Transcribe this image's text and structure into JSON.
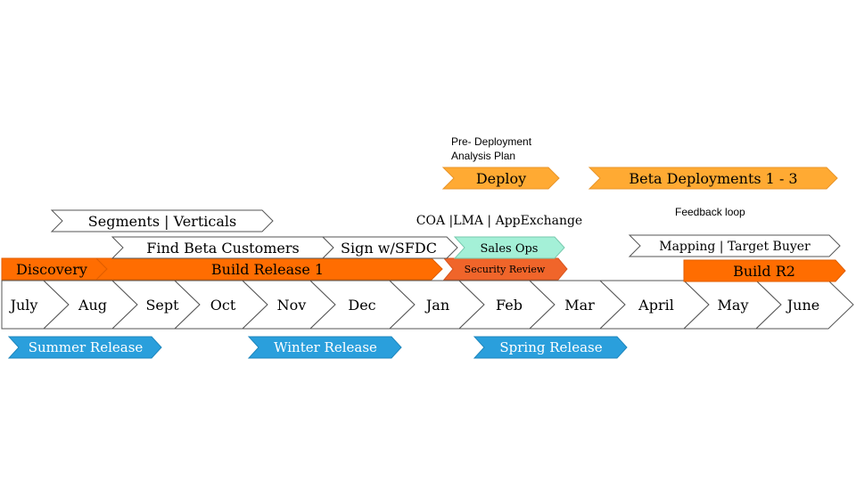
{
  "colors": {
    "orange_dark": "#ff6d01",
    "orange_light": "#ffaa33",
    "blue": "#2a9fdc",
    "mint": "#a4f0d7",
    "outline": "#555555",
    "white": "#ffffff",
    "text_dark": "#000000",
    "text_white": "#ffffff"
  },
  "months": [
    "July",
    "Aug",
    "Sept",
    "Oct",
    "Nov",
    "Dec",
    "Jan",
    "Feb",
    "Mar",
    "April",
    "May",
    "June"
  ],
  "releases": [
    "Summer Release",
    "Winter Release",
    "Spring Release"
  ],
  "phases": {
    "discovery": "Discovery",
    "build_release_1": "Build Release 1",
    "build_r2": "Build R2",
    "security_review": "Security Review",
    "sales_ops": "Sales Ops",
    "deploy": "Deploy",
    "beta_deployments": "Beta Deployments 1 - 3"
  },
  "outlined_tasks": {
    "segments_verticals": "Segments | Verticals",
    "find_beta_customers": "Find Beta Customers",
    "sign_sfdc": "Sign w/SFDC",
    "mapping_target_buyer": "Mapping | Target Buyer"
  },
  "notes": {
    "pre_deployment_line1": "Pre- Deployment",
    "pre_deployment_line2": "Analysis Plan",
    "coa_lma": "COA |LMA | AppExchange",
    "feedback_loop": "Feedback loop"
  }
}
